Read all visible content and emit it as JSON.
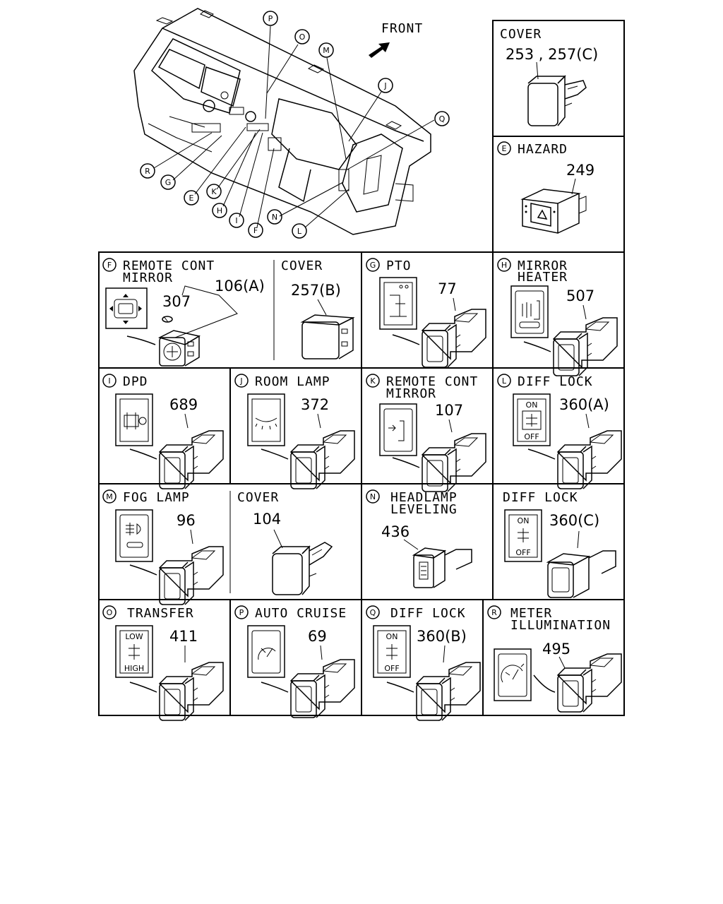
{
  "front_label": "FRONT",
  "overview_callouts": [
    "P",
    "O",
    "M",
    "J",
    "Q",
    "R",
    "G",
    "E",
    "K",
    "H",
    "I",
    "F",
    "N",
    "L"
  ],
  "panels": {
    "cover_top": {
      "title": "COVER",
      "part": "253 , 257(C)"
    },
    "hazard": {
      "letter": "E",
      "title": "HAZARD",
      "part": "249"
    },
    "f_mirror": {
      "letter": "F",
      "title1": "REMOTE CONT",
      "title2": "MIRROR",
      "part1": "307",
      "part2": "106(A)"
    },
    "f_cover": {
      "title": "COVER",
      "part": "257(B)"
    },
    "g_pto": {
      "letter": "G",
      "title": "PTO",
      "part": "77"
    },
    "h_heater": {
      "letter": "H",
      "title1": "MIRROR",
      "title2": "HEATER",
      "part": "507"
    },
    "i_dpd": {
      "letter": "I",
      "title": "DPD",
      "part": "689"
    },
    "j_room": {
      "letter": "J",
      "title": "ROOM LAMP",
      "part": "372"
    },
    "k_mirror": {
      "letter": "K",
      "title1": "REMOTE CONT",
      "title2": "MIRROR",
      "part": "107"
    },
    "l_diff": {
      "letter": "L",
      "title": "DIFF LOCK",
      "part": "360(A)",
      "on": "ON",
      "off": "OFF"
    },
    "m_fog": {
      "letter": "M",
      "title": "FOG LAMP",
      "part": "96"
    },
    "m_cover": {
      "title": "COVER",
      "part": "104"
    },
    "n_head": {
      "letter": "N",
      "title1": "HEADLAMP",
      "title2": "LEVELING",
      "part": "436"
    },
    "n_diff": {
      "title": "DIFF LOCK",
      "part": "360(C)",
      "on": "ON",
      "off": "OFF"
    },
    "o_transfer": {
      "letter": "O",
      "title": "TRANSFER",
      "part": "411",
      "low": "LOW",
      "high": "HIGH"
    },
    "p_cruise": {
      "letter": "P",
      "title": "AUTO CRUISE",
      "part": "69"
    },
    "q_diff": {
      "letter": "Q",
      "title": "DIFF LOCK",
      "part": "360(B)",
      "on": "ON",
      "off": "OFF"
    },
    "r_meter": {
      "letter": "R",
      "title1": "METER",
      "title2": "ILLUMINATION",
      "part": "495"
    }
  }
}
